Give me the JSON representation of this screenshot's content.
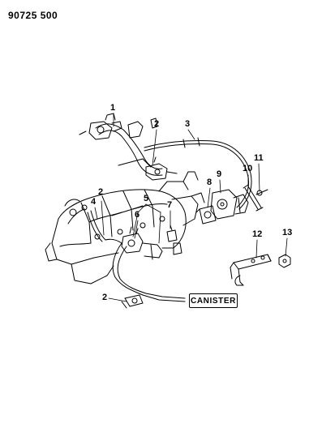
{
  "document": {
    "id": "90725 500"
  },
  "canister_label": "CANISTER",
  "callouts": {
    "c1": "1",
    "c2a": "2",
    "c3": "3",
    "c8": "8",
    "c9": "9",
    "c10": "10",
    "c11": "11",
    "c4": "4",
    "c2b": "2",
    "c5": "5",
    "c6": "6",
    "c7": "7",
    "c12": "12",
    "c13": "13",
    "c2c": "2"
  }
}
